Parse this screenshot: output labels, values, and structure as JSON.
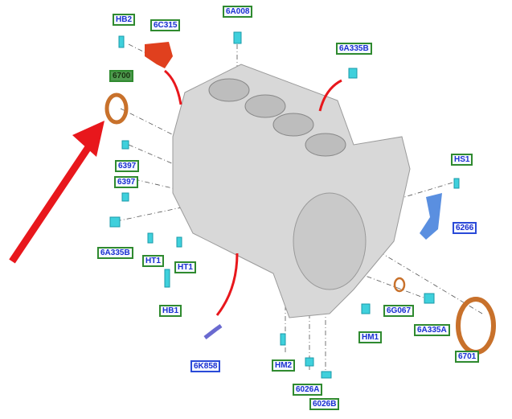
{
  "labels": {
    "hb2": "HB2",
    "c6c315": "6C315",
    "a6a008": "6A008",
    "a6a335b_top": "6A335B",
    "p6700": "6700",
    "p6397a": "6397",
    "p6397b": "6397",
    "a6a335b_left": "6A335B",
    "ht1a": "HT1",
    "ht1b": "HT1",
    "hb1": "HB1",
    "k6k858": "6K858",
    "hm2": "HM2",
    "a6026a": "6026A",
    "b6026b": "6026B",
    "hm1": "HM1",
    "g6g067": "6G067",
    "a6a335a": "6A335A",
    "p6701": "6701",
    "hs1": "HS1",
    "p6266": "6266"
  },
  "colors": {
    "arrow": "#e8171c",
    "seal": "#c8712b",
    "fastener": "#3fd0dc",
    "sensor": "#e0401e",
    "bracket": "#5a8fe0",
    "block": "#d8d8d8"
  }
}
